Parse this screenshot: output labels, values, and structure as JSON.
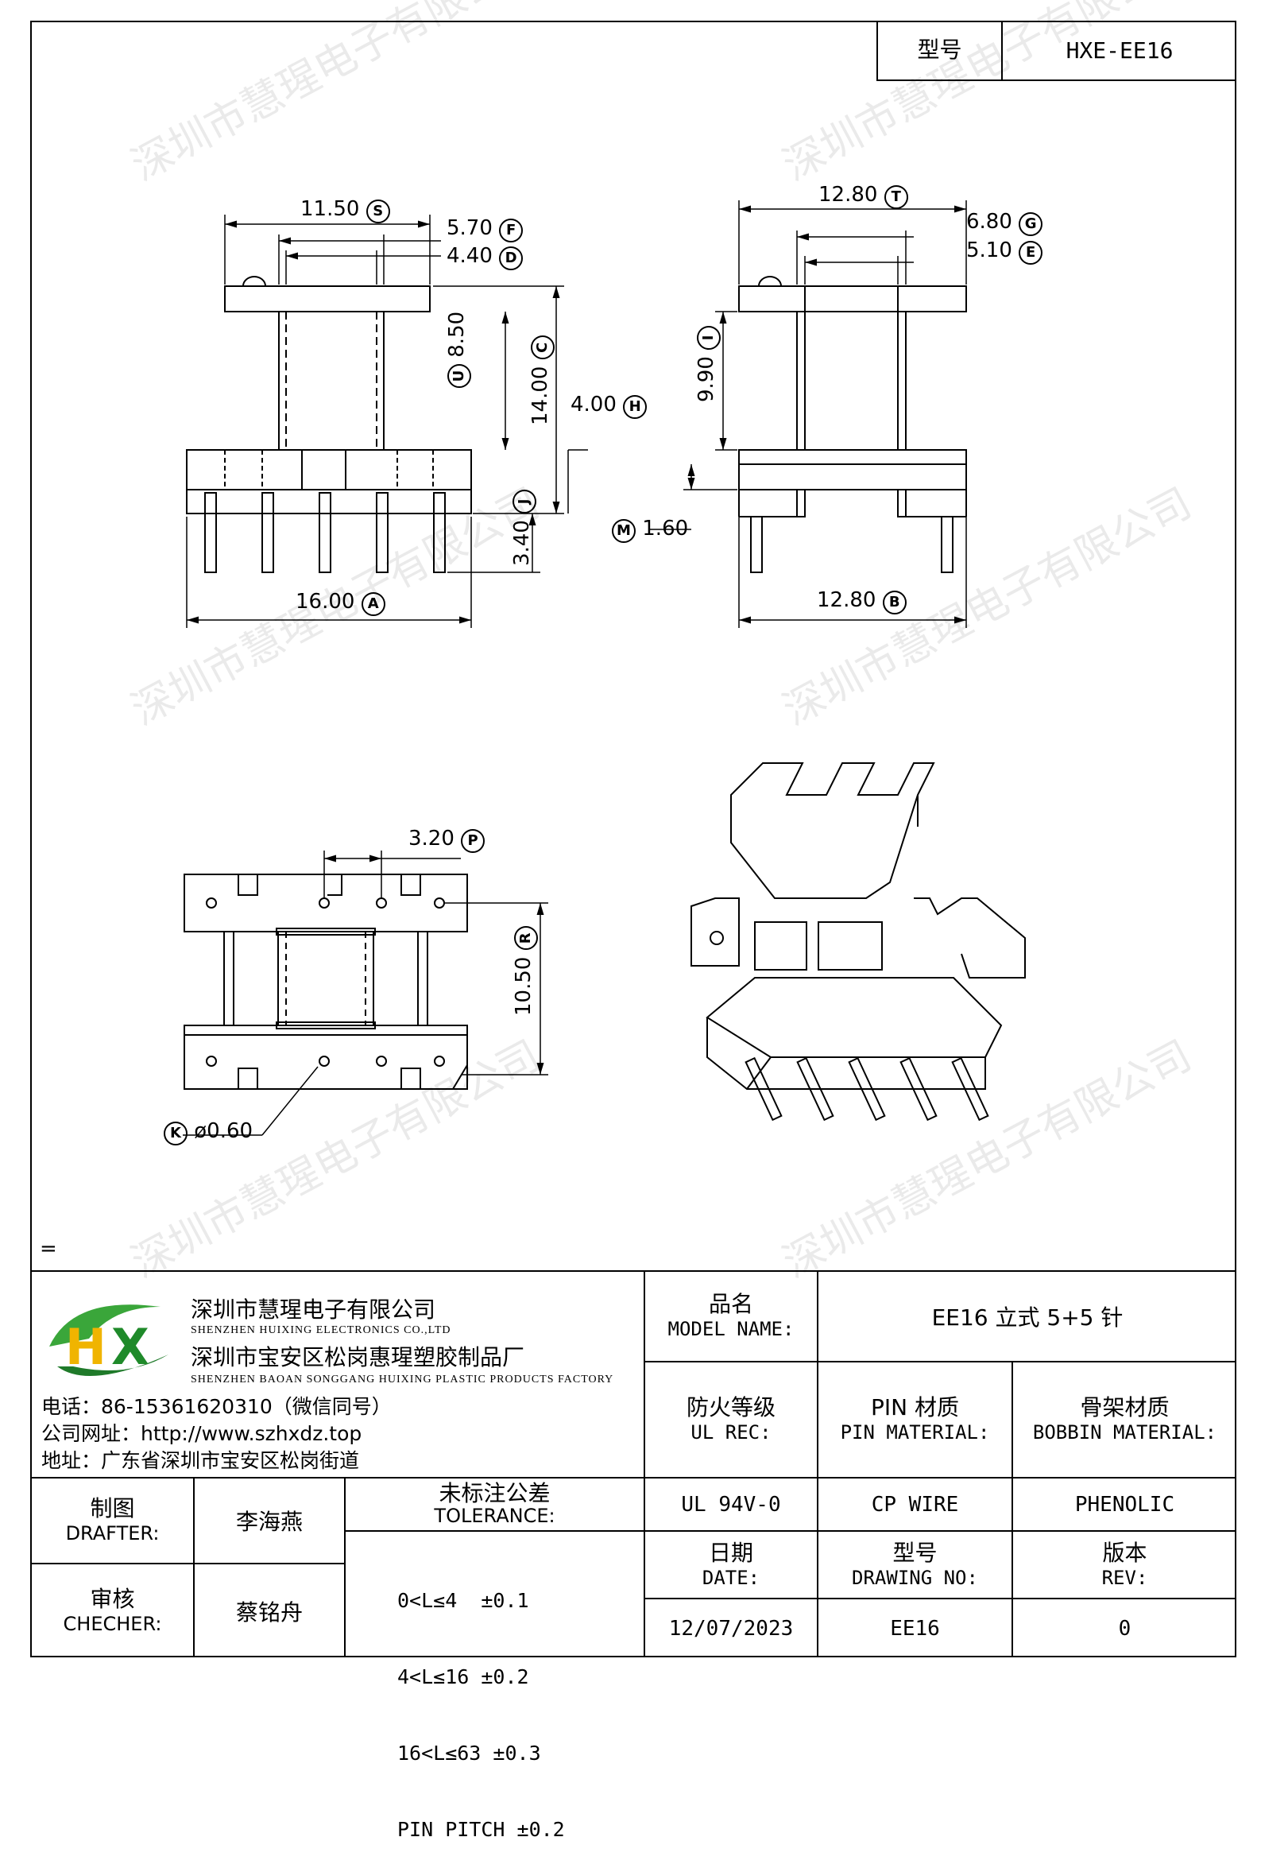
{
  "header": {
    "model_label": "型号",
    "model_value": "HXE-EE16"
  },
  "dimensions": {
    "S": "11.50",
    "F": "5.70",
    "D": "4.40",
    "U": "8.50",
    "C": "14.00",
    "H": "4.00",
    "J": "3.40",
    "A": "16.00",
    "T": "12.80",
    "G": "6.80",
    "E": "5.10",
    "I": "9.90",
    "M": "1.60",
    "B": "12.80",
    "P": "3.20",
    "R": "10.50",
    "K": "ø0.60"
  },
  "dim_letters": [
    "S",
    "F",
    "D",
    "U",
    "C",
    "H",
    "J",
    "A",
    "T",
    "G",
    "E",
    "I",
    "M",
    "B",
    "P",
    "R",
    "K"
  ],
  "equals_mark": "=",
  "watermark": "深圳市慧瑆电子有限公司",
  "company": {
    "logo_letters": "HX",
    "name_cn": "深圳市慧瑆电子有限公司",
    "name_en": "SHENZHEN HUIXING ELECTRONICS CO.,LTD",
    "factory_cn": "深圳市宝安区松岗惠瑆塑胶制品厂",
    "factory_en": "SHENZHEN BAOAN SONGGANG HUIXING PLASTIC PRODUCTS FACTORY",
    "phone": "电话：86-15361620310（微信同号）",
    "website": "公司网址：http://www.szhxdz.top",
    "address": "地址：广东省深圳市宝安区松岗街道"
  },
  "title_block": {
    "model_name_cn": "品名",
    "model_name_en": "MODEL NAME:",
    "model_name_value": "EE16 立式 5+5 针",
    "fire_cn": "防火等级",
    "fire_en": "UL REC:",
    "fire_value": "UL 94V-0",
    "pin_cn": "PIN 材质",
    "pin_en": "PIN MATERIAL:",
    "pin_value": "CP WIRE",
    "bobbin_cn": "骨架材质",
    "bobbin_en": "BOBBIN MATERIAL:",
    "bobbin_value": "PHENOLIC",
    "drafter_cn": "制图",
    "drafter_en": "DRAFTER:",
    "drafter_value": "李海燕",
    "checker_cn": "审核",
    "checker_en": "CHECHER:",
    "checker_value": "蔡铭舟",
    "tolerance_cn": "未标注公差",
    "tolerance_en": "TOLERANCE:",
    "tolerances": [
      "0<L≤4  ±0.1",
      "4<L≤16 ±0.2",
      "16<L≤63 ±0.3",
      "PIN PITCH ±0.2"
    ],
    "date_cn": "日期",
    "date_en": "DATE:",
    "date_value": "12/07/2023",
    "drawing_cn": "型号",
    "drawing_en": "DRAWING NO:",
    "drawing_value": "EE16",
    "rev_cn": "版本",
    "rev_en": "REV:",
    "rev_value": "0"
  }
}
